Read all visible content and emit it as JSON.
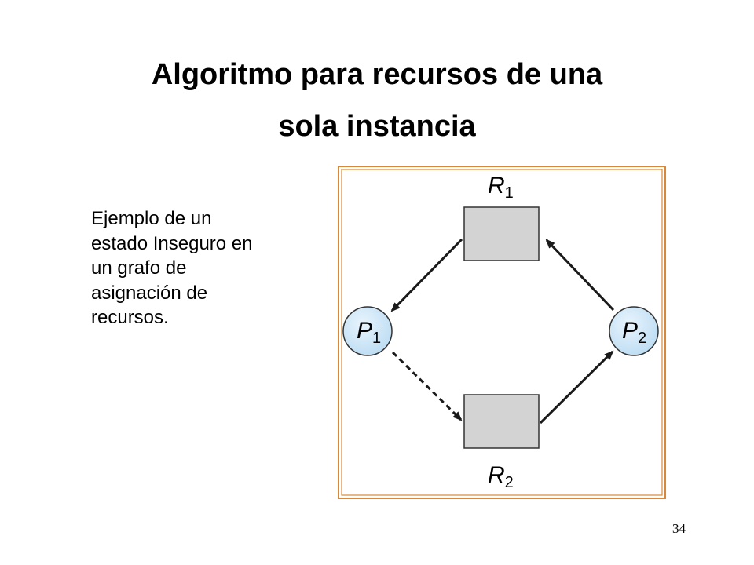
{
  "slide": {
    "title_line1": "Algoritmo para recursos de una",
    "title_line2": "sola instancia",
    "body": "Ejemplo de un\nestado Inseguro en\nun grafo de\nasignación de\nrecursos.",
    "page_number": "34"
  },
  "diagram": {
    "resources": [
      {
        "label": "R",
        "sub": "1"
      },
      {
        "label": "R",
        "sub": "2"
      }
    ],
    "processes": [
      {
        "label": "P",
        "sub": "1"
      },
      {
        "label": "P",
        "sub": "2"
      }
    ],
    "colors": {
      "frame": "#d9883a",
      "resource_fill": "#d3d3d3",
      "process_fill": "#cfe6f7",
      "edge": "#1a1a1a"
    }
  }
}
